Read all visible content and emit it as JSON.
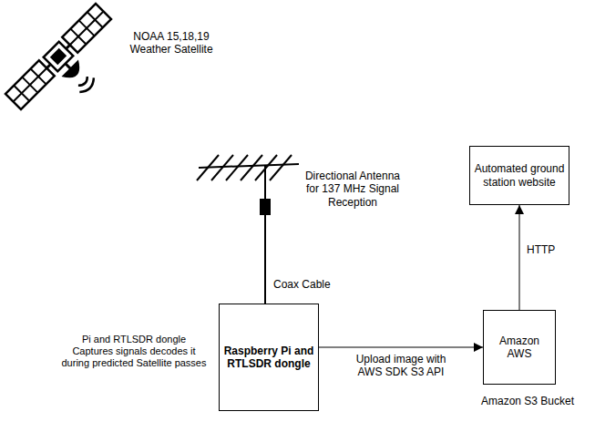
{
  "diagram": {
    "nodes": [
      {
        "text": [
          "Automated ground station website"
        ]
      },
      {
        "text": [
          "Raspberry Pi and RTLSDR dongle"
        ]
      },
      {
        "text": [
          "Amazon AWS"
        ]
      }
    ],
    "edges": [
      {
        "from": 1,
        "to": 2,
        "arrow": "to",
        "label": "Upload image with AWS SDK S3 API"
      },
      {
        "from": 2,
        "to": 0,
        "arrow": "to",
        "label": "HTTP"
      }
    ],
    "labels": [
      "NOAA 15,18,19 Weather Satellite",
      "Directional Antenna for 137 MHz Signal Reception",
      "Coax Cable",
      "Pi and RTLSDR dongle Captures signals decodes it during predicted Satellite passes",
      "Amazon S3 Bucket"
    ]
  }
}
